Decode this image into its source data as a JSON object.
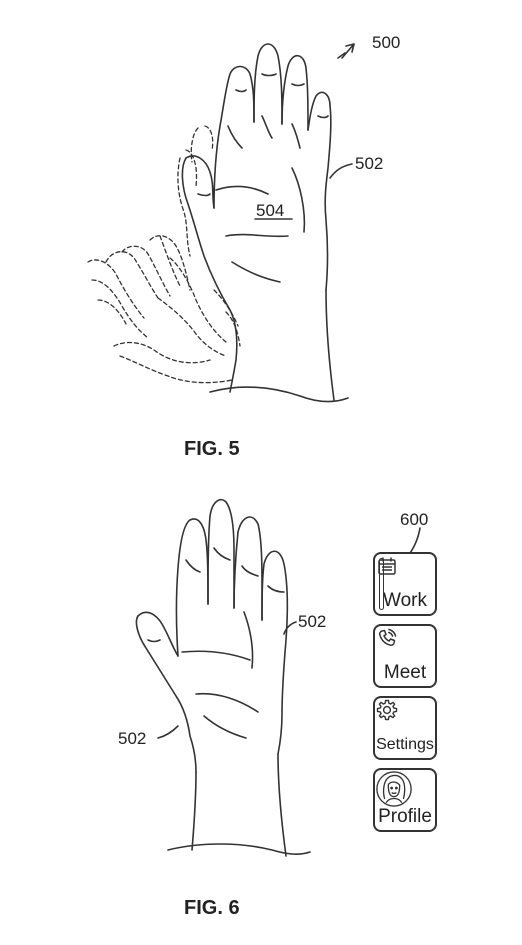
{
  "fig5": {
    "label": "FIG. 5",
    "ref_system": "500",
    "ref_hand": "502",
    "ref_palm": "504"
  },
  "fig6": {
    "label": "FIG. 6",
    "ref_menu": "600",
    "ref_hand_right": "502",
    "ref_hand_left": "502",
    "menu_items": [
      {
        "label": "Work",
        "icon": "calendar-icon",
        "active": true
      },
      {
        "label": "Meet",
        "icon": "phone-icon",
        "active": false
      },
      {
        "label": "Settings",
        "icon": "gear-icon",
        "active": false
      },
      {
        "label": "Profile",
        "icon": "avatar-icon",
        "active": false
      }
    ]
  }
}
